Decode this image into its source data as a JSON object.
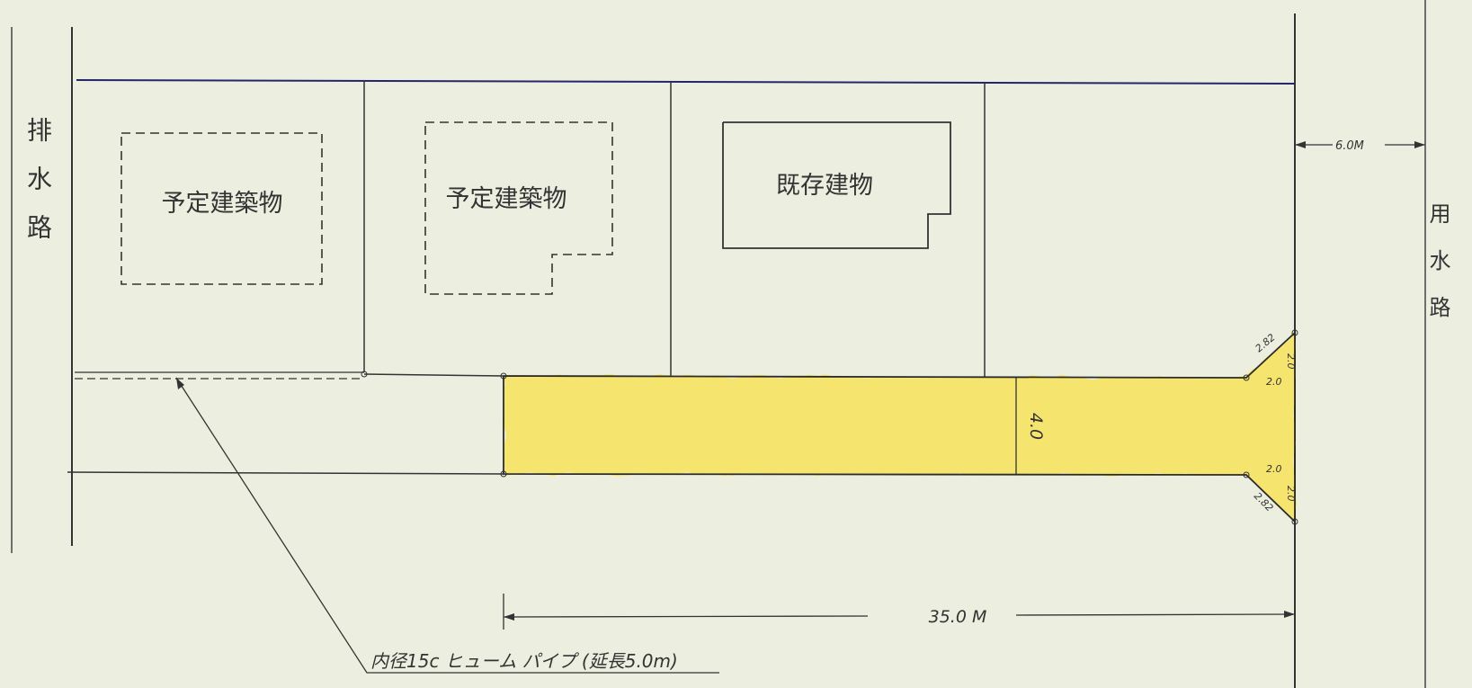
{
  "labels": {
    "left_channel": "排水路",
    "right_channel": "用水路",
    "planned_building_1": "予定建築物",
    "planned_building_2": "予定建築物",
    "existing_building": "既存建物",
    "pipe_note": "内径15c ヒューム パイプ (延長5.0m)"
  },
  "dimensions": {
    "road_width": "4.0",
    "road_length": "35.0 M",
    "channel_width": "6.0M",
    "corner_upper_diag": "2.82",
    "corner_upper_h": "2.0",
    "corner_upper_v": "2.0",
    "corner_lower_h": "2.0",
    "corner_lower_v": "2.0",
    "corner_lower_diag": "2.82"
  },
  "colors": {
    "road_fill": "#f7e35a",
    "ink": "#2b2b2b",
    "boundary_blue": "#25256a"
  }
}
